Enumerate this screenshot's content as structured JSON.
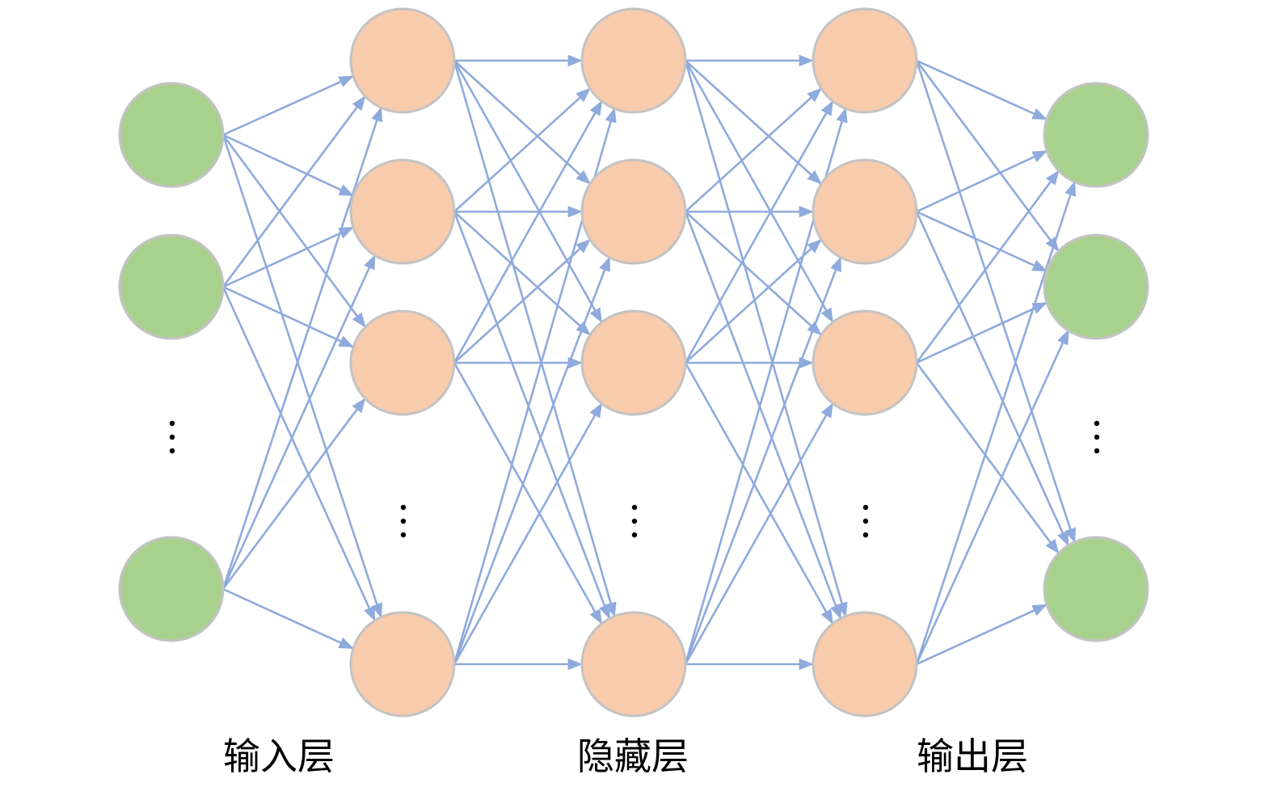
{
  "colors": {
    "io_node": "#a9d18e",
    "hidden_node": "#f8cbad",
    "node_stroke": "#c3c3c3",
    "edge": "#8faadc"
  },
  "layers": [
    {
      "kind": "input",
      "visible_nodes": 3,
      "ellipsis": true
    },
    {
      "kind": "hidden",
      "visible_nodes": 4,
      "ellipsis": true
    },
    {
      "kind": "hidden",
      "visible_nodes": 4,
      "ellipsis": true
    },
    {
      "kind": "hidden",
      "visible_nodes": 4,
      "ellipsis": true
    },
    {
      "kind": "output",
      "visible_nodes": 3,
      "ellipsis": true
    }
  ],
  "labels": {
    "input": "输入层",
    "hidden": "隐藏层",
    "output": "输出层"
  }
}
